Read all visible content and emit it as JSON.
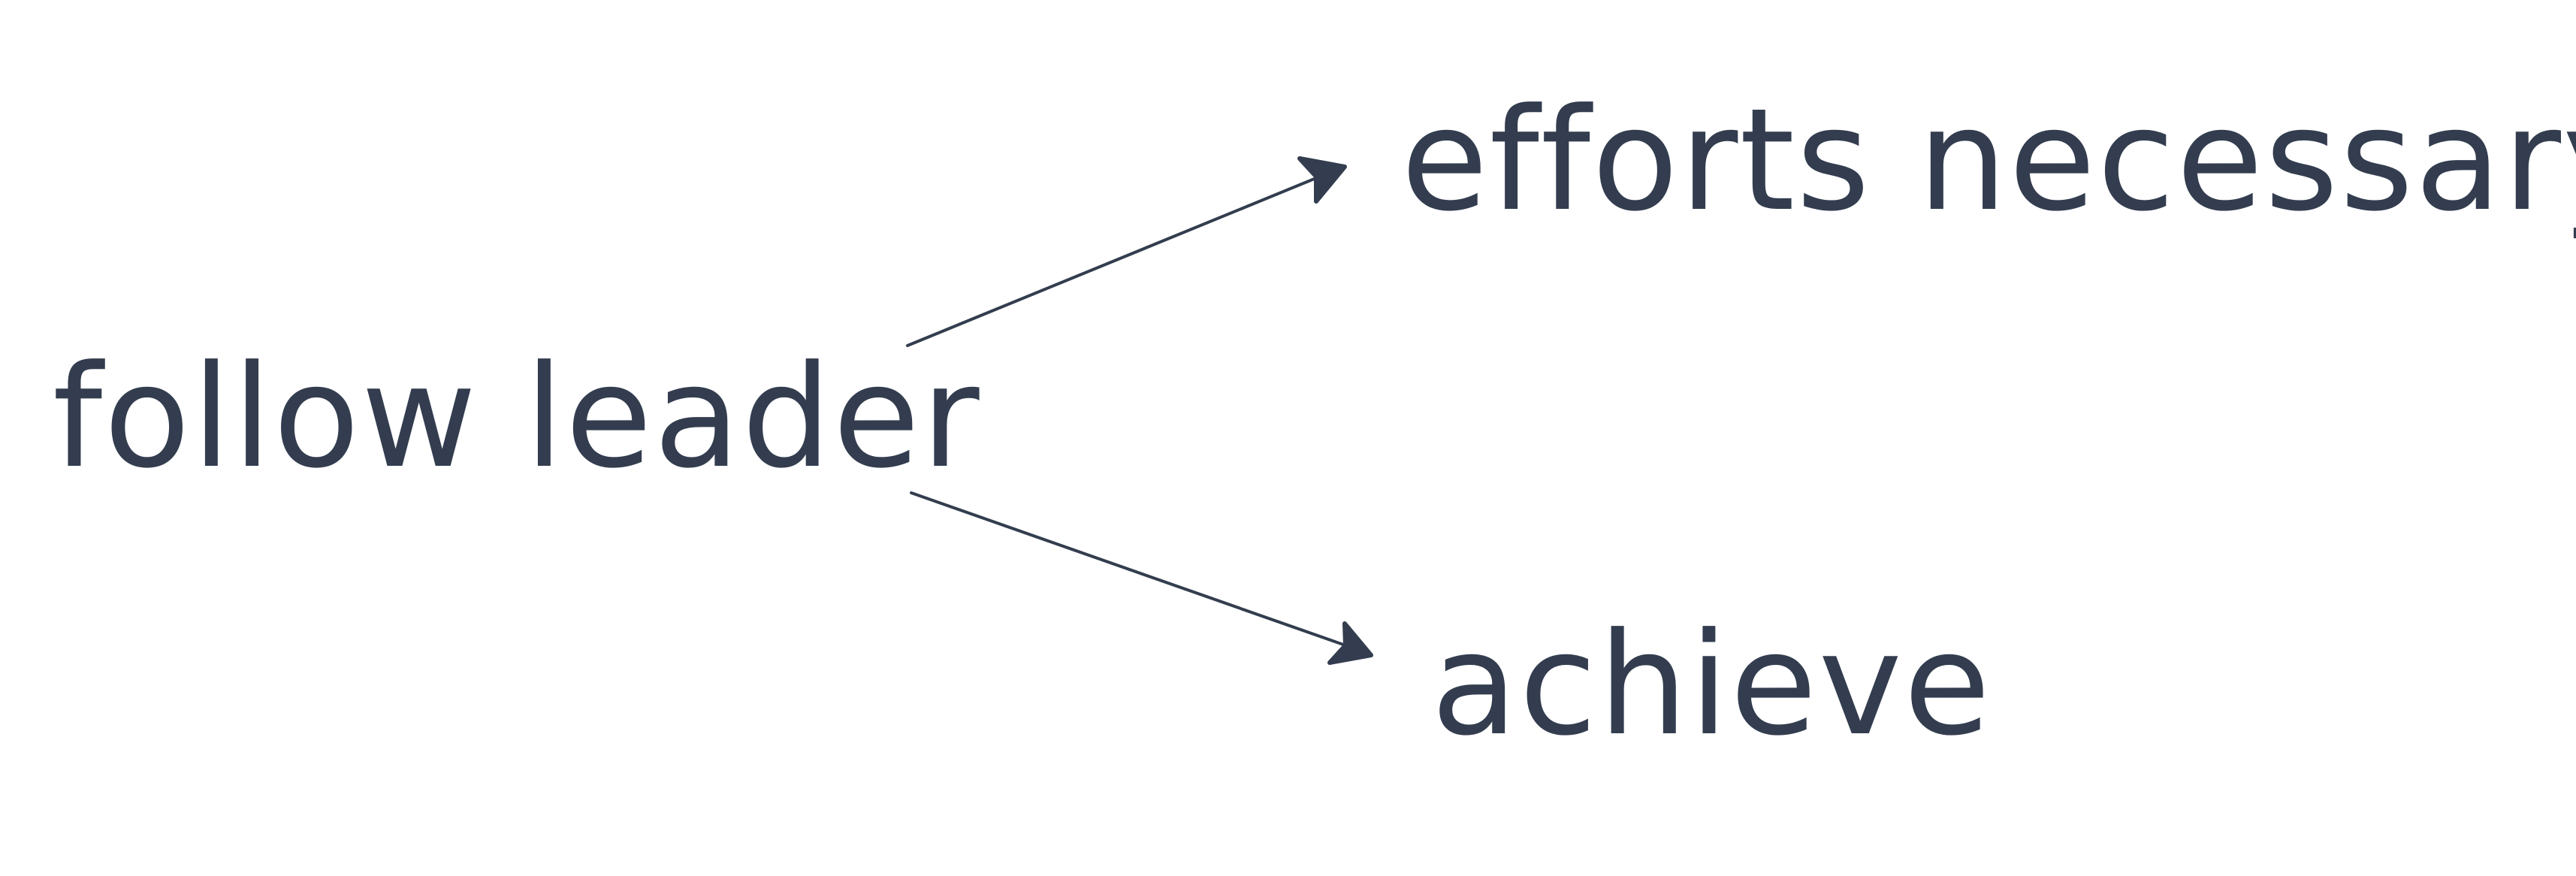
{
  "diagram": {
    "nodes": {
      "source": "follow leader",
      "top": "efforts necessary",
      "bottom": "achieve"
    },
    "edges": [
      {
        "from": "source",
        "to": "top"
      },
      {
        "from": "source",
        "to": "bottom"
      }
    ],
    "colors": {
      "text": "#333d4f",
      "arrow": "#333d4f",
      "background": "#ffffff"
    }
  }
}
